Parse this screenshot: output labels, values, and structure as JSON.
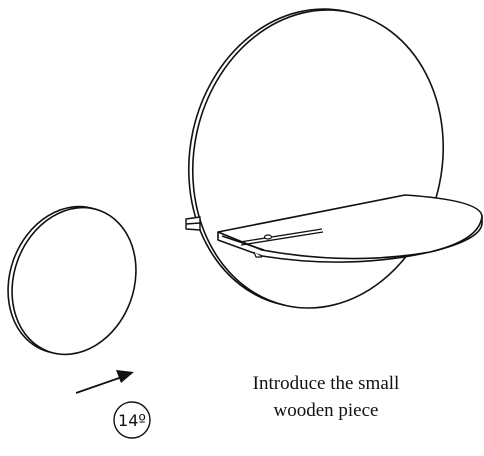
{
  "instruction": {
    "line1": "Introduce the small",
    "line2": "wooden piece"
  },
  "step": {
    "label": "14º"
  },
  "colors": {
    "stroke": "#111111",
    "fill": "#ffffff"
  },
  "icons": {
    "arrow": "arrow-right-up-icon"
  }
}
